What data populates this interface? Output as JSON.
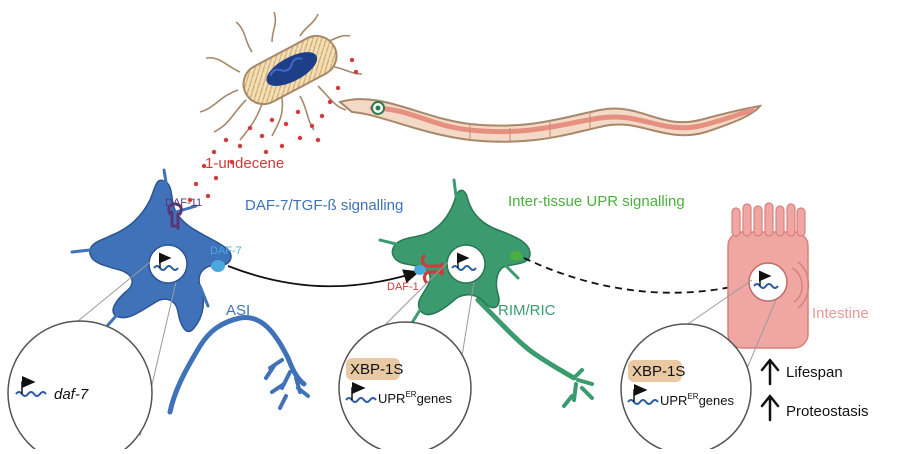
{
  "labels": {
    "pheromone": "1-undecene",
    "daf11": "DAF-11",
    "daf7_pathway": "DAF-7/TGF-ß signalling",
    "daf7": "DAF-7",
    "asi": "ASI",
    "daf1": "DAF-1",
    "rim_ric": "RIM/RIC",
    "upr_signalling": "Inter-tissue UPR signalling",
    "intestine": "Intestine",
    "daf7_gene": "daf-7",
    "xbp1s_left": "XBP-1S",
    "upr_genes_left_main": "UPR",
    "upr_genes_left_sup": "ER",
    "upr_genes_left_tail": "genes",
    "xbp1s_right": "XBP-1S",
    "upr_genes_right_main": "UPR",
    "upr_genes_right_sup": "ER",
    "upr_genes_right_tail": "genes",
    "lifespan": "Lifespan",
    "proteostasis": "Proteostasis"
  },
  "colors": {
    "asi_neuron": "#3f72b8",
    "asi_dark": "#2b5592",
    "rim_neuron": "#3b9a6e",
    "rim_dark": "#2a7754",
    "intestine_fill": "#f0a7a3",
    "intestine_dark": "#d8817c",
    "pheromone_dots": "#d33a3a",
    "daf11_receptor": "#5a3576",
    "daf7_ligand": "#4aa8dc",
    "daf1_receptor": "#d33a3a",
    "upr_ligand": "#4caf3f",
    "worm_fill": "#f3d9c6",
    "worm_stripe": "#e59080",
    "bacteria_fill": "#f2dfb6",
    "bacteria_core": "#1f3e8a",
    "xbp1s_box": "#e9c9a3",
    "dna": "#2f5f9e"
  }
}
